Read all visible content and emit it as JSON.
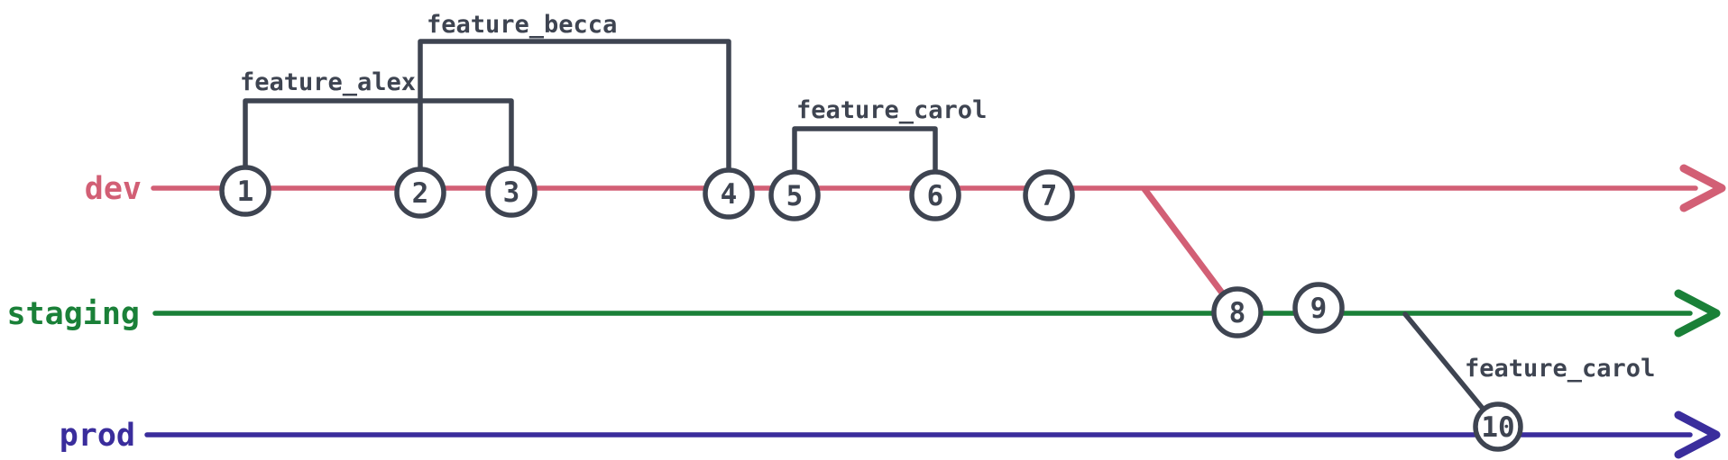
{
  "diagram": {
    "type": "git-branch-graph",
    "colors": {
      "dev": "#d25f75",
      "staging": "#1a8038",
      "prod": "#3a2d9c",
      "ink": "#3e4451",
      "node_fill": "#ffffff",
      "bg": "#ffffff"
    },
    "branches": [
      {
        "name": "dev"
      },
      {
        "name": "staging"
      },
      {
        "name": "prod"
      }
    ],
    "feature_branches": [
      {
        "label": "feature_alex",
        "from_commit": "1",
        "to_commit": "3"
      },
      {
        "label": "feature_becca",
        "from_commit": "2",
        "to_commit": "4"
      },
      {
        "label": "feature_carol",
        "from_commit": "5",
        "to_commit": "6"
      },
      {
        "label": "feature_carol",
        "from_branch": "staging",
        "to_commit": "10"
      }
    ],
    "merges": [
      {
        "from_branch": "dev",
        "to_branch": "staging",
        "at_commit": "8"
      },
      {
        "from_branch": "staging",
        "to_branch": "prod",
        "at_commit": "10"
      }
    ],
    "commits": [
      {
        "id": "1",
        "branch": "dev"
      },
      {
        "id": "2",
        "branch": "dev"
      },
      {
        "id": "3",
        "branch": "dev"
      },
      {
        "id": "4",
        "branch": "dev"
      },
      {
        "id": "5",
        "branch": "dev"
      },
      {
        "id": "6",
        "branch": "dev"
      },
      {
        "id": "7",
        "branch": "dev"
      },
      {
        "id": "8",
        "branch": "staging"
      },
      {
        "id": "9",
        "branch": "staging"
      },
      {
        "id": "10",
        "branch": "prod"
      }
    ]
  }
}
